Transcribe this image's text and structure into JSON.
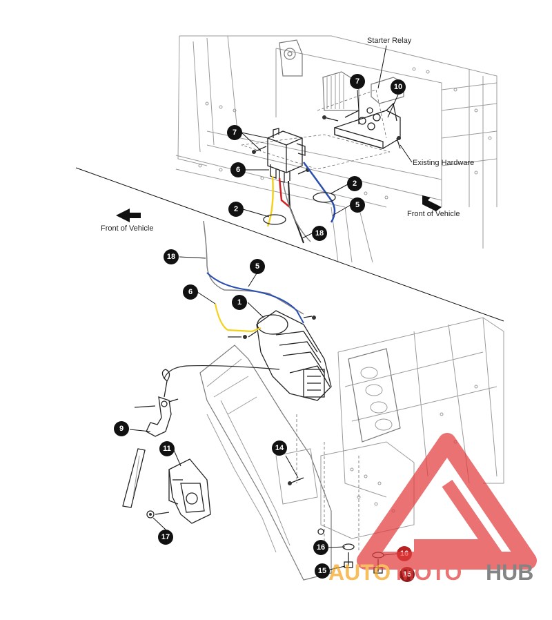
{
  "labels": {
    "starter_relay": "Starter Relay",
    "existing_hardware": "Existing Hardware",
    "front_of_vehicle_left": "Front of Vehicle",
    "front_of_vehicle_right": "Front of Vehicle"
  },
  "callouts": {
    "c7a": "7",
    "c10": "10",
    "c7b": "7",
    "c6a": "6",
    "c2a": "2",
    "c5a": "5",
    "c2b": "2",
    "c18a": "18",
    "c18b": "18",
    "c5b": "5",
    "c6b": "6",
    "c1": "1",
    "c9": "9",
    "c11": "11",
    "c14": "14",
    "c17": "17",
    "c16a": "16",
    "c16b": "16",
    "c15a": "15",
    "c15b": "15"
  },
  "watermark": {
    "text_auto": "AUTO",
    "text_moto": "MOTO",
    "text_hub": "HUB"
  },
  "colors": {
    "wire_red": "#d42020",
    "wire_yellow": "#f2d21b",
    "wire_blue": "#2a4fb0",
    "wire_black": "#222222",
    "wire_gray": "#808080",
    "watermark_red": "#e23c3c",
    "watermark_orange": "#f5a623",
    "watermark_gray": "#555555"
  }
}
